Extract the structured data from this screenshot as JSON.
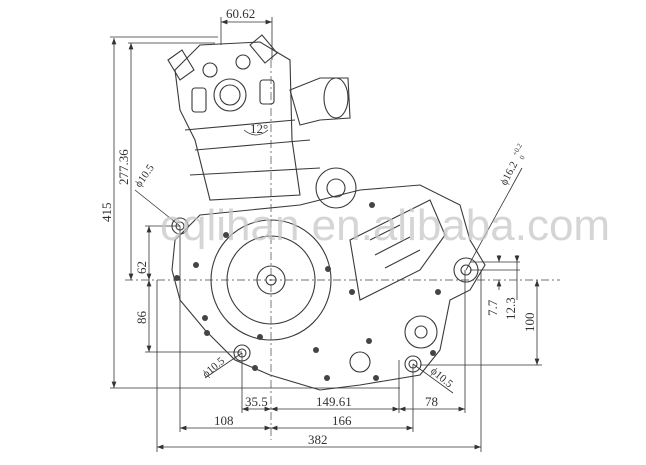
{
  "drawing": {
    "watermark": "cqlihan en.alibaba.com",
    "dimensions": {
      "top_offset": "60.62",
      "overall_height": "415",
      "cylinder_height": "277.36",
      "upper_mount_height": "62",
      "lower_mount_depth": "86",
      "right_mount_offset_a": "7.7",
      "right_mount_offset_b": "12.3",
      "right_lower_height": "100",
      "cylinder_angle": "12°",
      "hole_upper_left": "ϕ10.5",
      "hole_lower_left": "ϕ10.5",
      "hole_lower_right": "ϕ10.5",
      "hole_right": "ϕ16.2",
      "hole_right_tol_upper": "+0.2",
      "hole_right_tol_lower": "0",
      "left_mount_offset": "35.5",
      "crank_to_front_mount": "149.61",
      "front_mount_offset": "78",
      "left_width": "108",
      "right_width": "166",
      "overall_width": "382"
    }
  }
}
